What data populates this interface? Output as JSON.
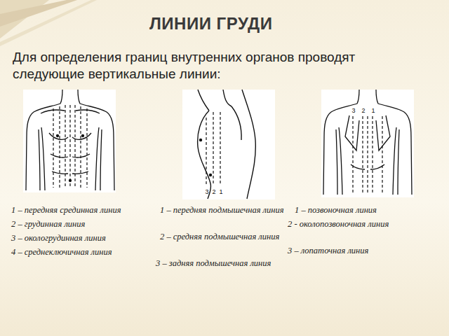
{
  "diagram": {
    "title": "ЛИНИИ ГРУДИ",
    "labels": [
      "Для определения границ внутренних органов проводят следующие вертикальные линии:",
      "1 – передняя срединная линия",
      "2 – грудинная линия",
      "3 – окологрудинная линия",
      "4 – среднеключичная линия",
      "1 – передняя подмышечная линия",
      "2 – средняя подмышечная линия",
      "3 – задняя подмышечная линия",
      "1 – позвоночная линия",
      "2 - околопозвоночная линия",
      "3 – лопаточная линия",
      "3",
      "2",
      "1",
      "3",
      "2",
      "1"
    ]
  }
}
